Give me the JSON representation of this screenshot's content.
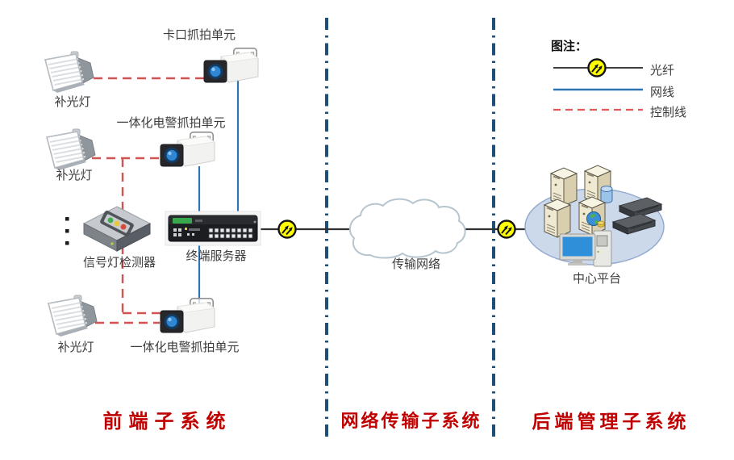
{
  "diagram": {
    "nodes": {
      "checkpoint_unit": {
        "label": "卡口抓拍单元"
      },
      "fill_light_1": {
        "label": "补光灯"
      },
      "epolice_unit_1": {
        "label": "一体化电警抓拍单元"
      },
      "fill_light_2": {
        "label": "补光灯"
      },
      "signal_detector": {
        "label": "信号灯检测器"
      },
      "terminal_server": {
        "label": "终端服务器"
      },
      "fill_light_3": {
        "label": "补光灯"
      },
      "epolice_unit_2": {
        "label": "一体化电警抓拍单元"
      },
      "transmission_network": {
        "label": "传输网络"
      },
      "center_platform": {
        "label": "中心平台"
      }
    },
    "legend": {
      "title": "图注：",
      "items": [
        {
          "type": "fiber",
          "label": "光纤"
        },
        {
          "type": "ethernet",
          "label": "网线"
        },
        {
          "type": "control",
          "label": "控制线"
        }
      ]
    },
    "sections": [
      {
        "id": "frontend",
        "title": "前端子系统"
      },
      {
        "id": "network-transmission",
        "title": "网络传输子系统"
      },
      {
        "id": "backend-management",
        "title": "后端管理子系统"
      }
    ],
    "colors": {
      "fiber_line": "#303030",
      "ethernet_line": "#2E75B6",
      "control_line": "#CF5454",
      "divider": "#1F4E79",
      "section_title": "#C00000",
      "fiber_symbol_fill": "#FFFF00",
      "platform_ellipse_fill": "#CCD9EB"
    }
  }
}
